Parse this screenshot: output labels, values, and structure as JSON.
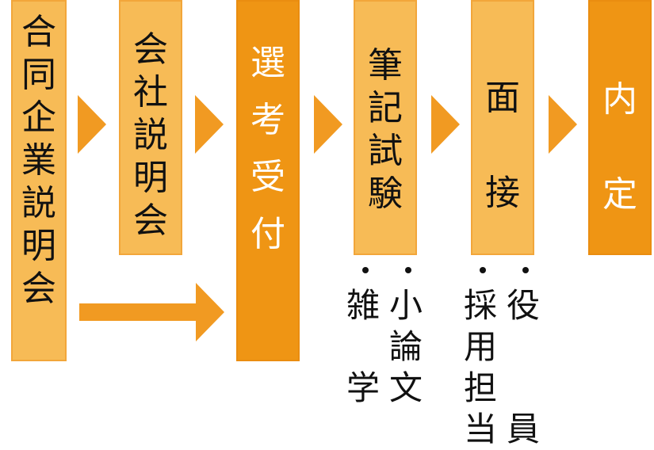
{
  "steps": [
    {
      "label": "合同企業説明会"
    },
    {
      "label": "会社説明会"
    },
    {
      "label": "選考受付"
    },
    {
      "label": "筆記試験"
    },
    {
      "label": "面接"
    },
    {
      "label": "内定"
    }
  ],
  "notes": {
    "written_test": [
      "雑学",
      "小論文"
    ],
    "interview": [
      "採用担当",
      "役員"
    ]
  },
  "colors": {
    "light_fill": "#f7bb56",
    "dark_fill": "#ef9514",
    "arrow": "#f19a22"
  }
}
